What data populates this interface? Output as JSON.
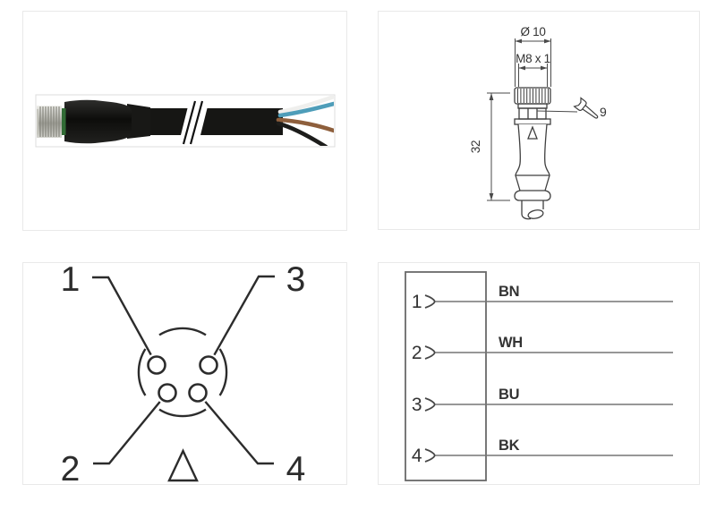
{
  "page": {
    "background": "#ffffff",
    "panel_border_color": "#e9e9e9"
  },
  "photo_panel": {
    "description": "M8 female connector molded on black cable with 4 stripped wires",
    "connector_color": "#141412",
    "cable_color": "#161614",
    "nut_color_light": "#efefeb",
    "nut_color_dark": "#9d9d95",
    "seal_ring_color": "#316b35",
    "wire_colors": {
      "wh": "#efefed",
      "bu": "#4e9db9",
      "bn": "#8e5f3c",
      "bk": "#1d1d1b"
    }
  },
  "drawing_panel": {
    "dim_diameter": "Ø 10",
    "dim_thread": "M8 x 1",
    "dim_length": "32",
    "wrench_size": "9"
  },
  "pinout_panel": {
    "pin_labels": {
      "p1": "1",
      "p2": "2",
      "p3": "3",
      "p4": "4"
    }
  },
  "wiring_panel": {
    "rows": [
      {
        "pin": "1",
        "wire": "BN"
      },
      {
        "pin": "2",
        "wire": "WH"
      },
      {
        "pin": "3",
        "wire": "BU"
      },
      {
        "pin": "4",
        "wire": "BK"
      }
    ]
  }
}
